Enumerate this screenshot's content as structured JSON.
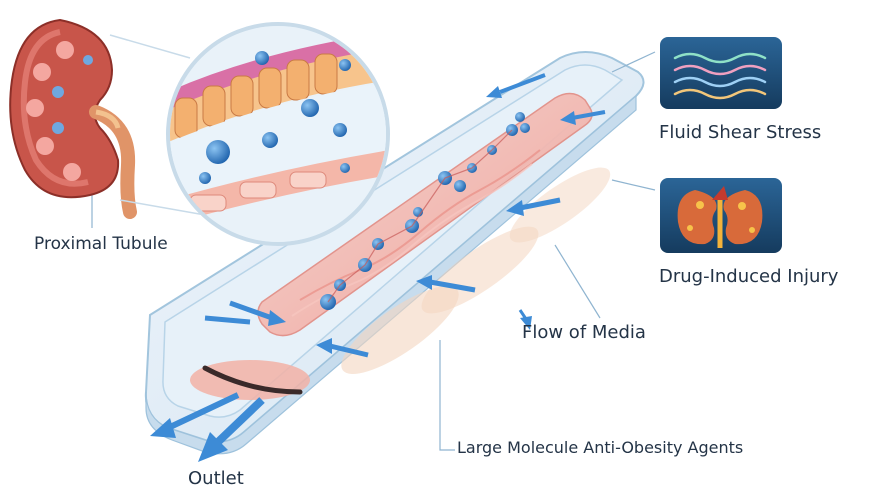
{
  "labels": {
    "proximal_tubule": "Proximal Tubule",
    "fluid_shear_stress": "Fluid Shear Stress",
    "drug_induced_injury": "Drug-Induced Injury",
    "flow_of_media": "Flow of Media",
    "large_molecule_agents": "Large Molecule Anti-Obesity Agents",
    "outlet": "Outlet"
  },
  "colors": {
    "chip_glass": "#dbe9f5",
    "chip_edge": "#9ec2dc",
    "tubule_pink": "#f2b4ab",
    "kidney": "#c8554a",
    "molecule_blue": "#2e78c7",
    "arrow_blue": "#3d8bd6",
    "icon_tile": "#1f4f7a",
    "text": "#243447"
  },
  "icons": [
    "kidney-illustration",
    "magnified-tubule-inset",
    "wave-icon",
    "injured-kidney-icon"
  ]
}
